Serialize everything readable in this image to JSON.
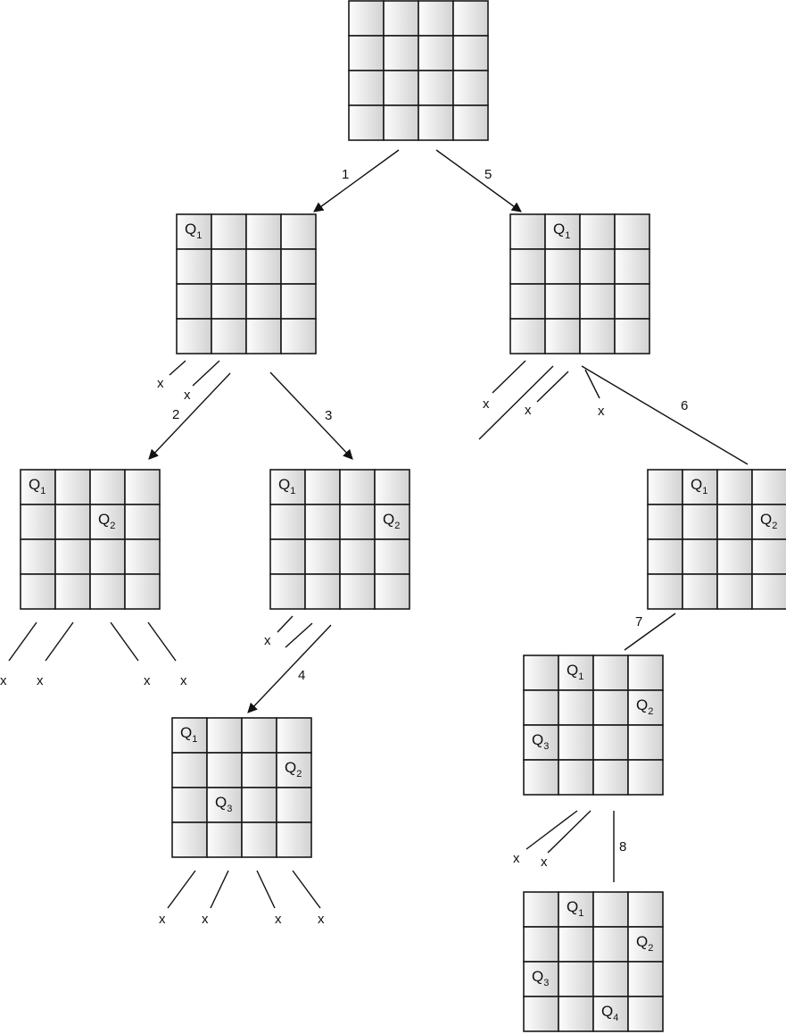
{
  "diagram": {
    "boards": [
      {
        "name": "board-root",
        "queens": []
      },
      {
        "name": "board-step1",
        "queens": [
          {
            "row": 0,
            "col": 0,
            "label": "Q",
            "sub": "1"
          }
        ]
      },
      {
        "name": "board-step5",
        "queens": [
          {
            "row": 0,
            "col": 1,
            "label": "Q",
            "sub": "1"
          }
        ]
      },
      {
        "name": "board-step2",
        "queens": [
          {
            "row": 0,
            "col": 0,
            "label": "Q",
            "sub": "1"
          },
          {
            "row": 1,
            "col": 2,
            "label": "Q",
            "sub": "2"
          }
        ]
      },
      {
        "name": "board-step3",
        "queens": [
          {
            "row": 0,
            "col": 0,
            "label": "Q",
            "sub": "1"
          },
          {
            "row": 1,
            "col": 3,
            "label": "Q",
            "sub": "2"
          }
        ]
      },
      {
        "name": "board-step6",
        "queens": [
          {
            "row": 0,
            "col": 1,
            "label": "Q",
            "sub": "1"
          },
          {
            "row": 1,
            "col": 3,
            "label": "Q",
            "sub": "2"
          }
        ]
      },
      {
        "name": "board-step4",
        "queens": [
          {
            "row": 0,
            "col": 0,
            "label": "Q",
            "sub": "1"
          },
          {
            "row": 1,
            "col": 3,
            "label": "Q",
            "sub": "2"
          },
          {
            "row": 2,
            "col": 1,
            "label": "Q",
            "sub": "3"
          }
        ]
      },
      {
        "name": "board-step7",
        "queens": [
          {
            "row": 0,
            "col": 1,
            "label": "Q",
            "sub": "1"
          },
          {
            "row": 1,
            "col": 3,
            "label": "Q",
            "sub": "2"
          },
          {
            "row": 2,
            "col": 0,
            "label": "Q",
            "sub": "3"
          }
        ]
      },
      {
        "name": "board-step8",
        "queens": [
          {
            "row": 0,
            "col": 1,
            "label": "Q",
            "sub": "1"
          },
          {
            "row": 1,
            "col": 3,
            "label": "Q",
            "sub": "2"
          },
          {
            "row": 2,
            "col": 0,
            "label": "Q",
            "sub": "3"
          },
          {
            "row": 3,
            "col": 2,
            "label": "Q",
            "sub": "4"
          }
        ]
      }
    ],
    "step_labels": [
      "1",
      "2",
      "3",
      "4",
      "5",
      "6",
      "7",
      "8"
    ],
    "dead_end_mark": "x"
  }
}
